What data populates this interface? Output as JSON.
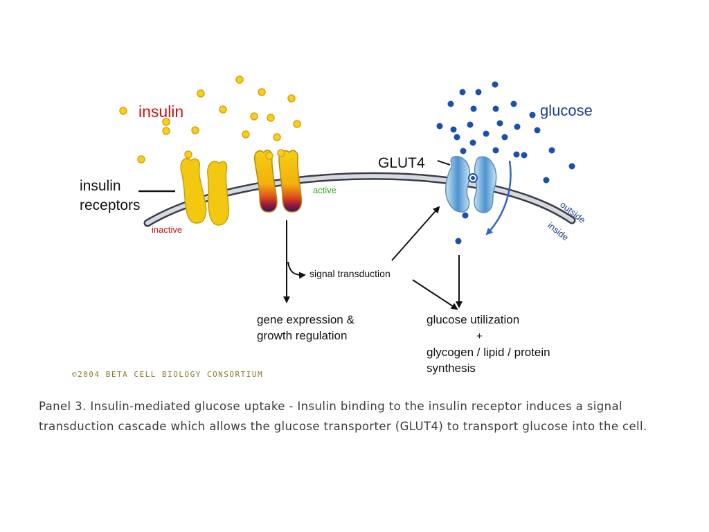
{
  "labels": {
    "insulin": "insulin",
    "insulin_receptors_line1": "insulin",
    "insulin_receptors_line2": "receptors",
    "inactive": "inactive",
    "active": "active",
    "glut4": "GLUT4",
    "glucose": "glucose",
    "outside": "outside",
    "inside": "inside",
    "signal_transduction": "signal transduction",
    "gene_expression_line1": "gene expression &",
    "gene_expression_line2": "growth regulation",
    "glucose_utilization_line1": "glucose utilization",
    "glucose_utilization_plus": "+",
    "glucose_utilization_line2": "glycogen / lipid / protein",
    "glucose_utilization_line3": "synthesis"
  },
  "copyright": "©2004 BETA CELL BIOLOGY CONSORTIUM",
  "caption": "Panel 3. Insulin-mediated glucose uptake - Insulin binding to the insulin receptor induces a signal transduction cascade which allows the glucose transporter (GLUT4) to transport glucose into the cell.",
  "colors": {
    "insulin_label": "#cc1111",
    "inactive_label": "#cc1111",
    "active_label": "#33aa22",
    "insulin_dot": "#f5d11a",
    "glucose_dot": "#1a4fb0",
    "glucose_label": "#1a3f99",
    "receptor": "#f2c811",
    "glut4": "#7fb8e0",
    "membrane": "#cfd2da"
  }
}
